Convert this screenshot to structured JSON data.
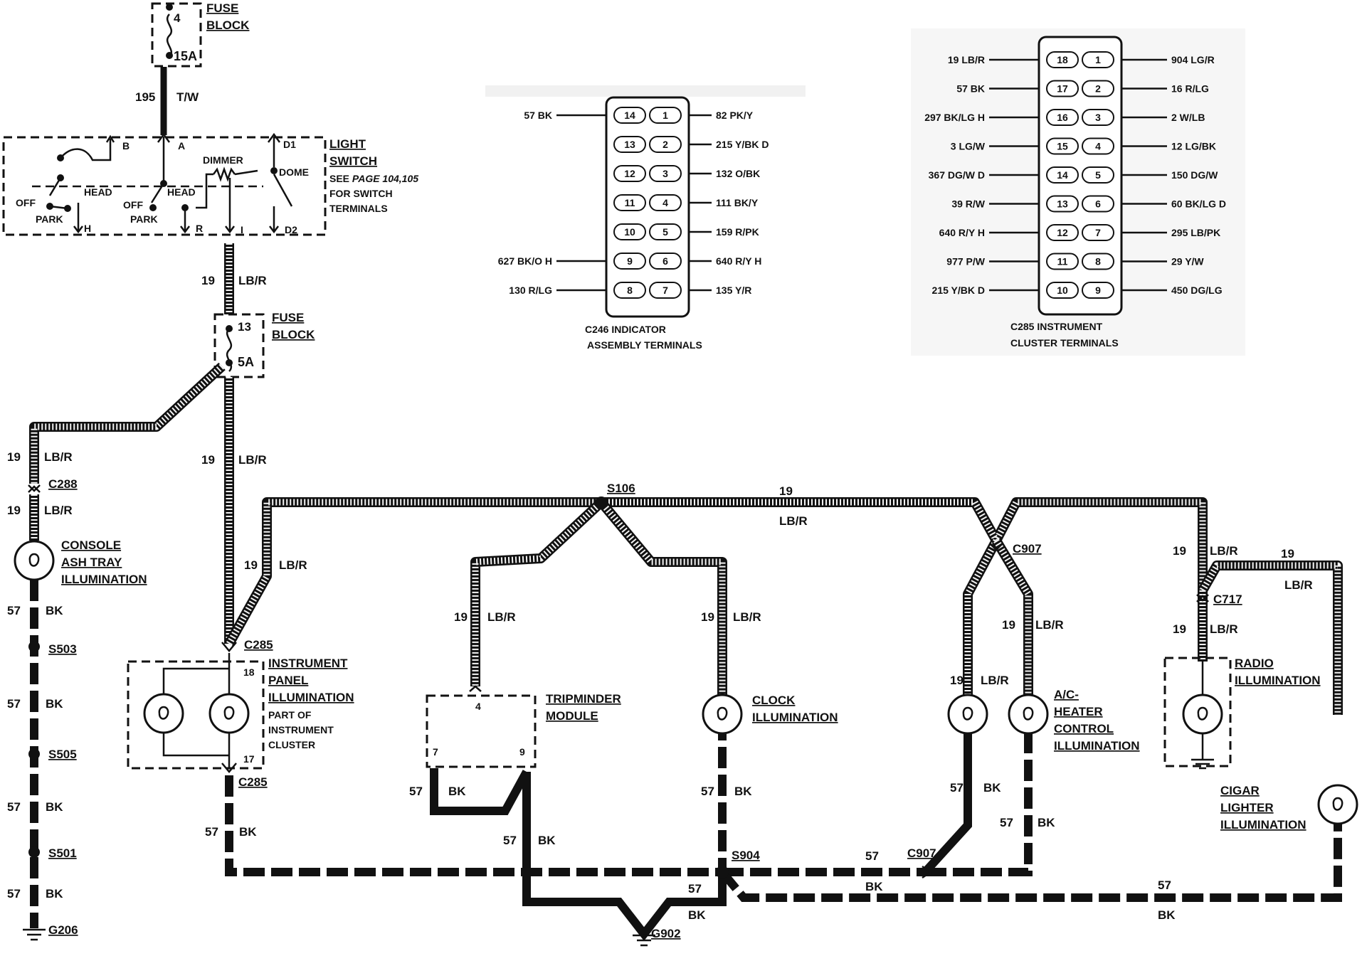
{
  "fuse_top": {
    "title1": "FUSE",
    "title2": "BLOCK",
    "pin": "4",
    "rating": "15A",
    "circuit": "195",
    "color": "T/W"
  },
  "light_switch": {
    "title1": "LIGHT",
    "title2": "SWITCH",
    "note1": "SEE ",
    "note_page": "PAGE 104,105",
    "note2": "FOR SWITCH",
    "note3": "TERMINALS",
    "t_b": "B",
    "t_a": "A",
    "t_d1": "D1",
    "t_dimmer": "DIMMER",
    "t_dome": "DOME",
    "t_head1": "HEAD",
    "t_head2": "HEAD",
    "t_off1": "OFF",
    "t_park1": "PARK",
    "t_off2": "OFF",
    "t_park2": "PARK",
    "t_h": "H",
    "t_r": "R",
    "t_i": "I",
    "t_d2": "D2"
  },
  "fuse_mid": {
    "title1": "FUSE",
    "title2": "BLOCK",
    "pin": "13",
    "rating": "5A"
  },
  "wires": {
    "w19a": "19",
    "w19a_c": "LB/R",
    "w19b": "19",
    "w19b_c": "LB/R",
    "w19c": "19",
    "w19c_c": "LB/R",
    "w19d": "19",
    "w19d_c": "LB/R",
    "w19e": "19",
    "w19e_c": "LB/R",
    "w19f": "19",
    "w19f_c": "LB/R",
    "w19g": "19",
    "w19g_c": "LB/R",
    "w19h": "19",
    "w19h_c": "LB/R",
    "w19i": "19",
    "w19i_c": "LB/R",
    "w19j": "19",
    "w19j_c": "LB/R",
    "w19k": "19",
    "w19k_c": "LB/R",
    "w19l": "19",
    "w19l_c": "LB/R",
    "w19m": "19",
    "w19m_c": "LB/R",
    "w57a": "57",
    "w57a_c": "BK",
    "w57b": "57",
    "w57b_c": "BK",
    "w57c": "57",
    "w57c_c": "BK",
    "w57d": "57",
    "w57d_c": "BK",
    "w57e": "57",
    "w57e_c": "BK",
    "w57f": "57",
    "w57f_c": "BK",
    "w57g": "57",
    "w57g_c": "BK",
    "w57h": "57",
    "w57h_c": "BK",
    "w57i": "57",
    "w57i_c": "BK",
    "w57j": "57",
    "w57j_c": "BK",
    "w57k": "57",
    "w57k_c": "BK",
    "w57l": "57",
    "w57l_c": "BK",
    "w57m": "57",
    "w57m_c": "BK"
  },
  "connectors": {
    "c288": "C288",
    "c285a": "C285",
    "c285b": "C285",
    "s106": "S106",
    "c907a": "C907",
    "c907b": "C907",
    "c717": "C717",
    "s503": "S503",
    "s505": "S505",
    "s501": "S501",
    "g206": "G206",
    "s904": "S904",
    "g902": "G902"
  },
  "components": {
    "console1": "CONSOLE",
    "console2": "ASH TRAY",
    "console3": "ILLUMINATION",
    "ip1": "INSTRUMENT",
    "ip2": "PANEL",
    "ip3": "ILLUMINATION",
    "ip4": "PART OF",
    "ip5": "INSTRUMENT",
    "ip6": "CLUSTER",
    "ip_pin_a": "18",
    "ip_pin_b": "17",
    "trip1": "TRIPMINDER",
    "trip2": "MODULE",
    "trip_pin4": "4",
    "trip_pin7": "7",
    "trip_pin9": "9",
    "clock1": "CLOCK",
    "clock2": "ILLUMINATION",
    "ac1": "A/C-",
    "ac2": "HEATER",
    "ac3": "CONTROL",
    "ac4": "ILLUMINATION",
    "radio1": "RADIO",
    "radio2": "ILLUMINATION",
    "cigar1": "CIGAR",
    "cigar2": "LIGHTER",
    "cigar3": "ILLUMINATION"
  },
  "c246": {
    "caption1": "C246 INDICATOR",
    "caption2": "ASSEMBLY TERMINALS",
    "rows": [
      {
        "l": "14",
        "r": "1",
        "left": "57 BK",
        "right": "82 PK/Y"
      },
      {
        "l": "13",
        "r": "2",
        "left": "",
        "right": "215 Y/BK D"
      },
      {
        "l": "12",
        "r": "3",
        "left": "",
        "right": "132 O/BK"
      },
      {
        "l": "11",
        "r": "4",
        "left": "",
        "right": "111 BK/Y"
      },
      {
        "l": "10",
        "r": "5",
        "left": "",
        "right": "159 R/PK"
      },
      {
        "l": "9",
        "r": "6",
        "left": "627 BK/O H",
        "right": "640 R/Y H"
      },
      {
        "l": "8",
        "r": "7",
        "left": "130 R/LG",
        "right": "135 Y/R"
      }
    ]
  },
  "c285t": {
    "caption1": "C285 INSTRUMENT",
    "caption2": "CLUSTER TERMINALS",
    "rows": [
      {
        "l": "18",
        "r": "1",
        "left": "19 LB/R",
        "right": "904 LG/R"
      },
      {
        "l": "17",
        "r": "2",
        "left": "57 BK",
        "right": "16 R/LG"
      },
      {
        "l": "16",
        "r": "3",
        "left": "297 BK/LG H",
        "right": "2 W/LB"
      },
      {
        "l": "15",
        "r": "4",
        "left": "3 LG/W",
        "right": "12 LG/BK"
      },
      {
        "l": "14",
        "r": "5",
        "left": "367 DG/W D",
        "right": "150 DG/W"
      },
      {
        "l": "13",
        "r": "6",
        "left": "39 R/W",
        "right": "60 BK/LG D"
      },
      {
        "l": "12",
        "r": "7",
        "left": "640 R/Y H",
        "right": "295 LB/PK"
      },
      {
        "l": "11",
        "r": "8",
        "left": "977 P/W",
        "right": "29 Y/W"
      },
      {
        "l": "10",
        "r": "9",
        "left": "215 Y/BK D",
        "right": "450 DG/LG"
      }
    ]
  }
}
